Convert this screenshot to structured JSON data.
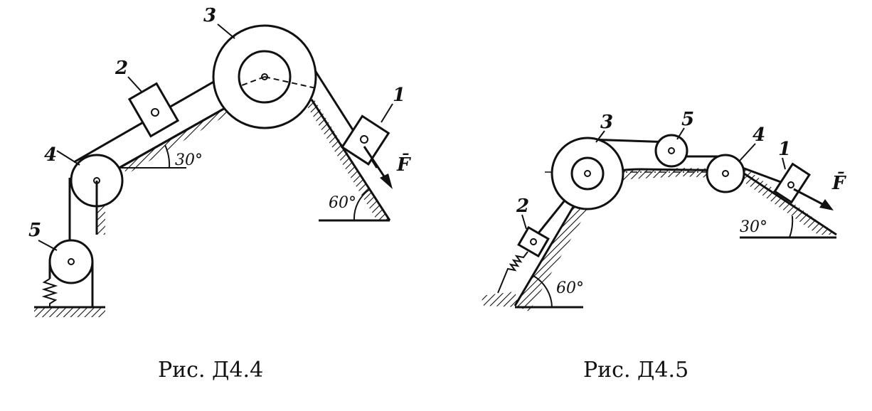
{
  "colors": {
    "ink": "#111111",
    "paper": "#ffffff"
  },
  "figures": [
    {
      "caption": "Рис.  Д4.4",
      "body_labels": [
        "1",
        "2",
        "3",
        "4",
        "5"
      ],
      "angles": [
        "30°",
        "60°"
      ],
      "force_label": "F̄"
    },
    {
      "caption": "Рис.  Д4.5",
      "body_labels": [
        "1",
        "2",
        "3",
        "4",
        "5"
      ],
      "angles": [
        "60°",
        "30°"
      ],
      "force_label": "F̄"
    }
  ]
}
